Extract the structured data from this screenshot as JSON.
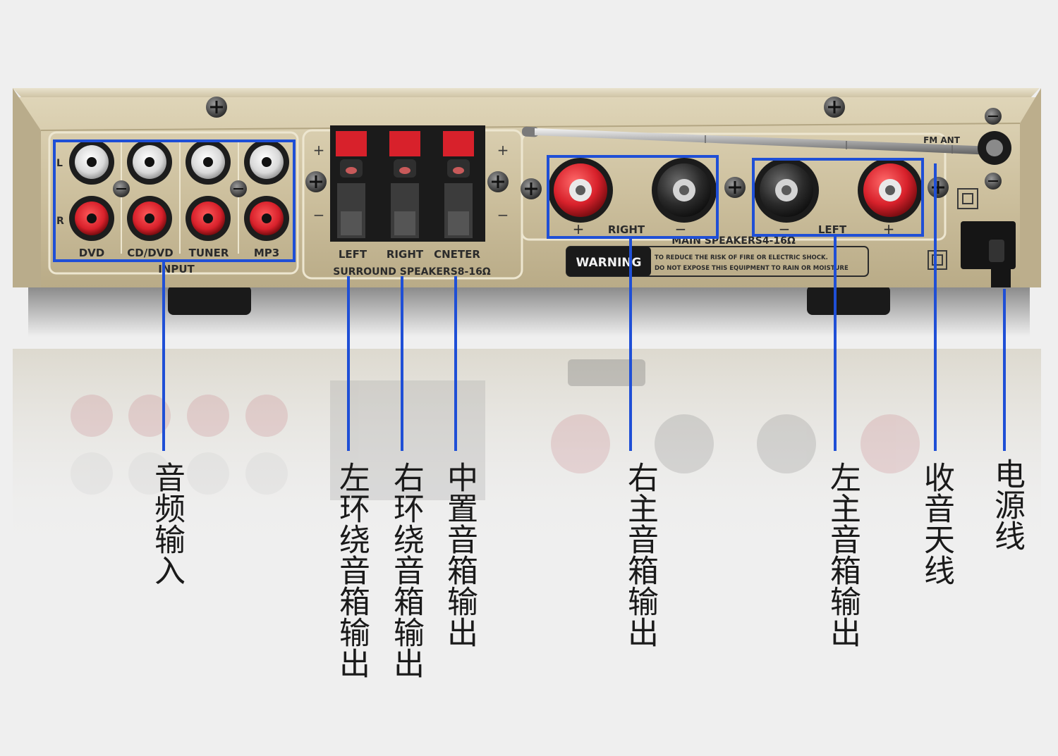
{
  "panel": {
    "rca_left_row": "L",
    "rca_right_row": "R",
    "input_labels": [
      "DVD",
      "CD/DVD",
      "TUNER",
      "MP3"
    ],
    "input_group_label": "INPUT",
    "surround_plus_left": "+",
    "surround_plus_right": "+",
    "surround_minus_left": "−",
    "surround_minus_right": "−",
    "surround_channels": [
      "LEFT",
      "RIGHT",
      "CNETER"
    ],
    "surround_group_label": "SURROUND SPEAKERS8-16Ω",
    "main_right_label": "RIGHT",
    "main_left_label": "LEFT",
    "main_plus": "+",
    "main_minus": "−",
    "main_group_label": "MAIN SPEAKERS4-16Ω",
    "antenna_label": "FM ANT",
    "warning_title": "WARNING",
    "warning_line1": "TO REDUCE THE RISK OF FIRE OR ELECTRIC SHOCK.",
    "warning_line2": "DO NOT EXPOSE THIS EQUIPMENT TO RAIN OR MOISTURE",
    "colors": {
      "chassis": "#cfc3a2",
      "highlight": "#1f4fd6",
      "red_terminal": "#d8212b"
    }
  },
  "callouts": [
    {
      "id": "audio-input",
      "text": "音频输入"
    },
    {
      "id": "left-surround-out",
      "text": "左环绕音箱输出"
    },
    {
      "id": "right-surround-out",
      "text": "右环绕音箱输出"
    },
    {
      "id": "center-out",
      "text": "中置音箱输出"
    },
    {
      "id": "right-main-out",
      "text": "右主音箱输出"
    },
    {
      "id": "left-main-out",
      "text": "左主音箱输出"
    },
    {
      "id": "radio-antenna",
      "text": "收音天线"
    },
    {
      "id": "power-cord",
      "text": "电源线"
    }
  ]
}
